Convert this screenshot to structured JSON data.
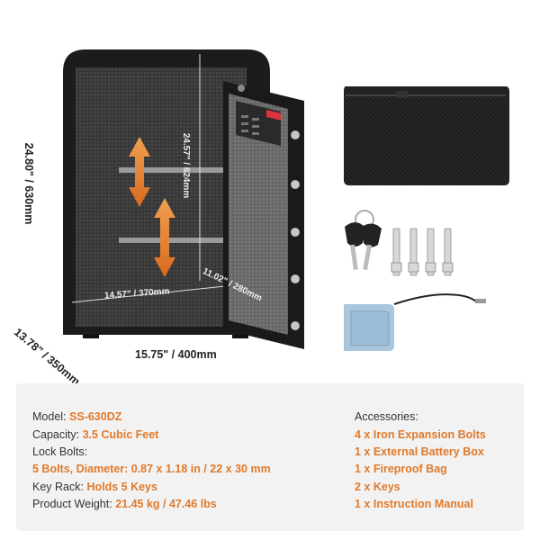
{
  "dimensions": {
    "height": "24.80\" / 630mm",
    "depth": "13.78\" / 350mm",
    "width": "15.75\" / 400mm",
    "inner_height": "24.57\" / 624mm",
    "inner_width": "14.57\" / 370mm",
    "inner_depth": "11.02\" / 280mm"
  },
  "specs": {
    "model_label": "Model:",
    "model_value": "SS-630DZ",
    "capacity_label": "Capacity:",
    "capacity_value": "3.5 Cubic Feet",
    "lock_bolts_label": "Lock Bolts:",
    "lock_bolts_value": "5 Bolts, Diameter: 0.87 x 1.18 in / 22 x 30 mm",
    "key_rack_label": "Key Rack:",
    "key_rack_value": "Holds 5 Keys",
    "weight_label": "Product Weight:",
    "weight_value": "21.45 kg / 47.46 lbs"
  },
  "accessories": {
    "title": "Accessories:",
    "items": [
      "4 x Iron Expansion Bolts",
      "1 x External Battery Box",
      "1 x Fireproof Bag",
      "2 x Keys",
      "1 x Instruction Manual"
    ]
  },
  "colors": {
    "accent": "#e07a2c",
    "safe_body": "#1c1c1c",
    "panel_bg": "#f2f2f2"
  }
}
